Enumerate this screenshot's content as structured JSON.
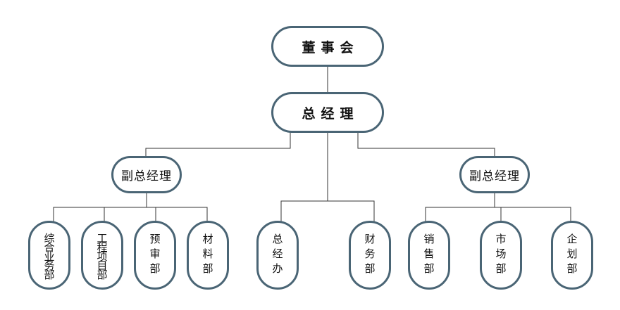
{
  "nodes": {
    "board": "董事会",
    "gm": "总经理",
    "vgm_left": "副总经理",
    "vgm_right": "副总经理",
    "general_business": "综合业务部",
    "project_dept": "工程项目部",
    "budget_audit": "预审部",
    "materials": "材料部",
    "gm_office": "总经办",
    "finance": "财务部",
    "sales": "销售部",
    "market": "市场部",
    "planning": "企划部"
  }
}
